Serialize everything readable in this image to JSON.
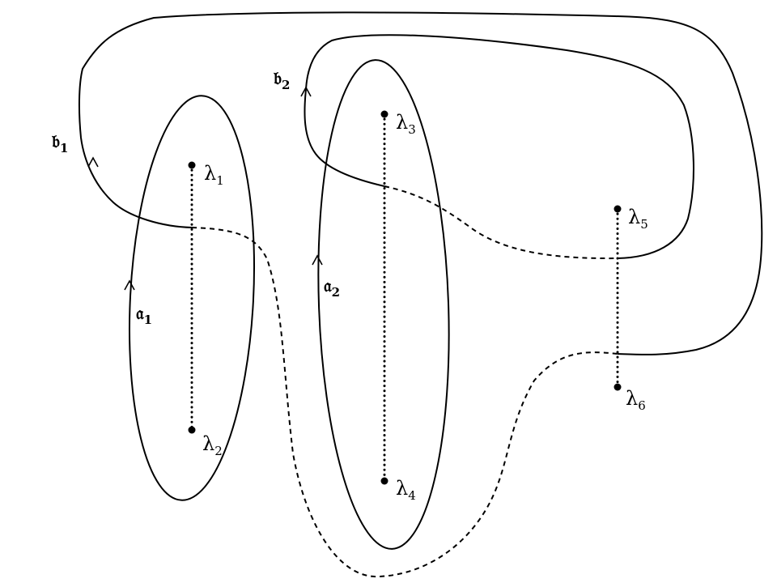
{
  "branch_points": [
    {
      "symbol": "λ",
      "index": "1"
    },
    {
      "symbol": "λ",
      "index": "2"
    },
    {
      "symbol": "λ",
      "index": "3"
    },
    {
      "symbol": "λ",
      "index": "4"
    },
    {
      "symbol": "λ",
      "index": "5"
    },
    {
      "symbol": "λ",
      "index": "6"
    }
  ],
  "cycles": [
    {
      "symbol": "𝔞",
      "index": "1"
    },
    {
      "symbol": "𝔞",
      "index": "2"
    },
    {
      "symbol": "𝔟",
      "index": "1"
    },
    {
      "symbol": "𝔟",
      "index": "2"
    }
  ]
}
